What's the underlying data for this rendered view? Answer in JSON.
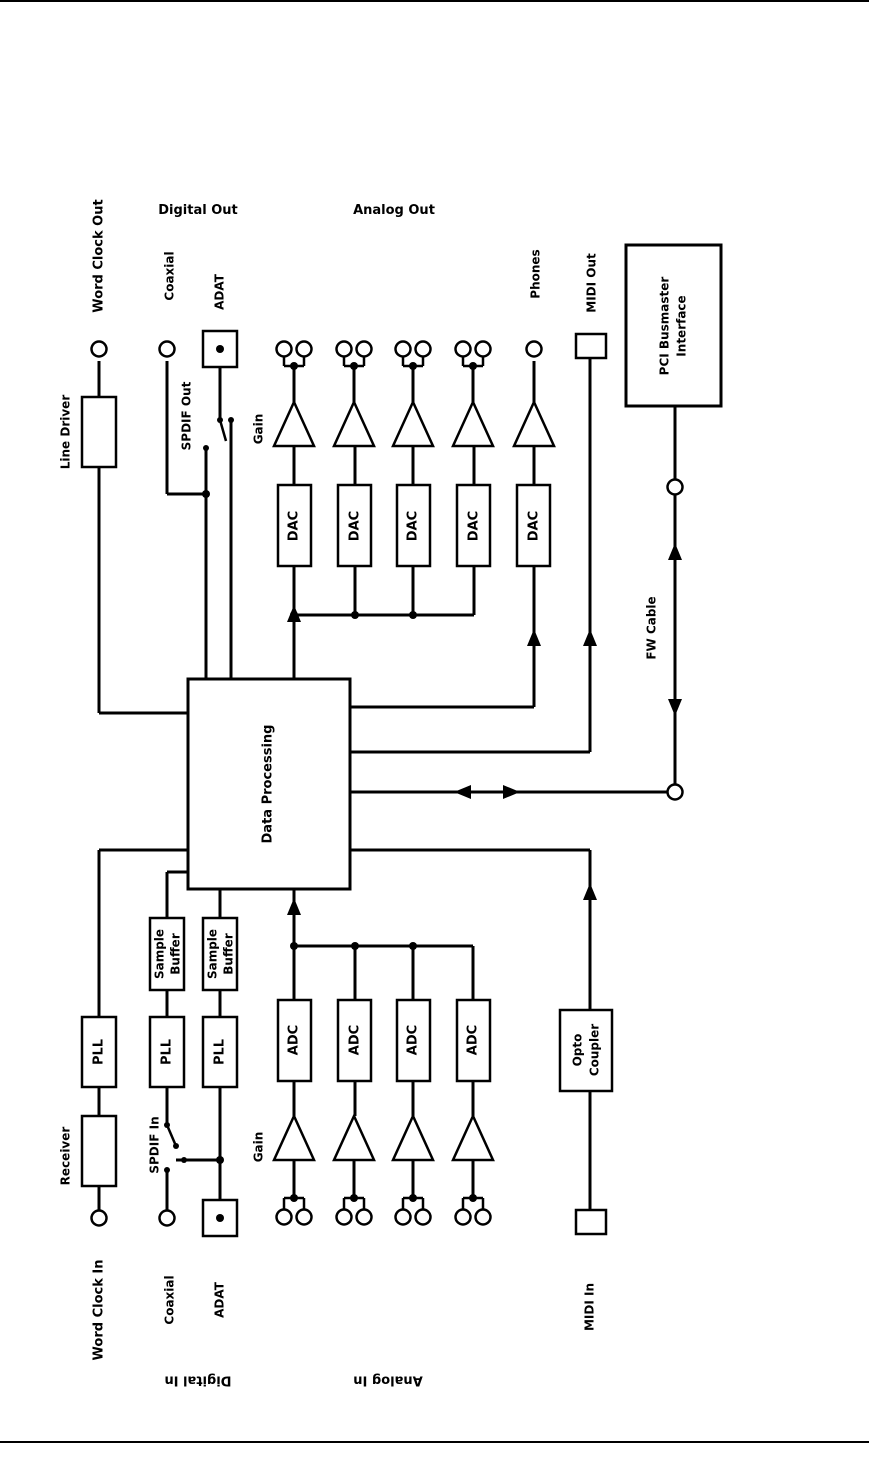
{
  "labels": {
    "word_clock_out": "Word Clock Out",
    "digital_out": "Digital Out",
    "analog_out": "Analog Out",
    "coaxial_out": "Coaxial",
    "adat_out": "ADAT",
    "phones": "Phones",
    "midi_out": "MIDI Out",
    "pci_line1": "PCI Busmaster",
    "pci_line2": "Interface",
    "line_driver": "Line Driver",
    "spdif_out": "SPDIF Out",
    "gain_out": "Gain",
    "fw_cable": "FW Cable",
    "data_processing": "Data Processing",
    "sample_buffer_line1": "Sample",
    "sample_buffer_line2": "Buffer",
    "pll": "PLL",
    "adc": "ADC",
    "dac": "DAC",
    "opto_line1": "Opto",
    "opto_line2": "Coupler",
    "receiver": "Receiver",
    "spdif_in": "SPDIF In",
    "gain_in": "Gain",
    "word_clock_in": "Word Clock In",
    "coaxial_in": "Coaxial",
    "adat_in": "ADAT",
    "midi_in": "MIDI In",
    "digital_in": "Digital In",
    "analog_in": "Analog In"
  }
}
